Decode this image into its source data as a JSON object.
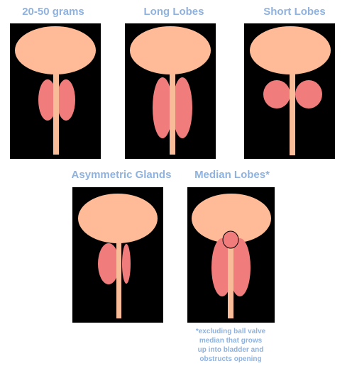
{
  "colors": {
    "title": "#8fb2de",
    "panel_background": "#000000",
    "bladder": "#ffbb97",
    "urethra": "#f9bc98",
    "lobe": "#f07c7c"
  },
  "panels": [
    {
      "id": "normal",
      "title": "20-50 grams"
    },
    {
      "id": "long-lobes",
      "title": "Long Lobes"
    },
    {
      "id": "short-lobes",
      "title": "Short Lobes"
    },
    {
      "id": "asymmetric",
      "title": "Asymmetric Glands"
    },
    {
      "id": "median",
      "title": "Median Lobes*"
    }
  ],
  "footnote": {
    "line1": "*excluding ball valve",
    "line2": "median that grows",
    "line3": "up into bladder and",
    "line4": "obstructs opening"
  }
}
